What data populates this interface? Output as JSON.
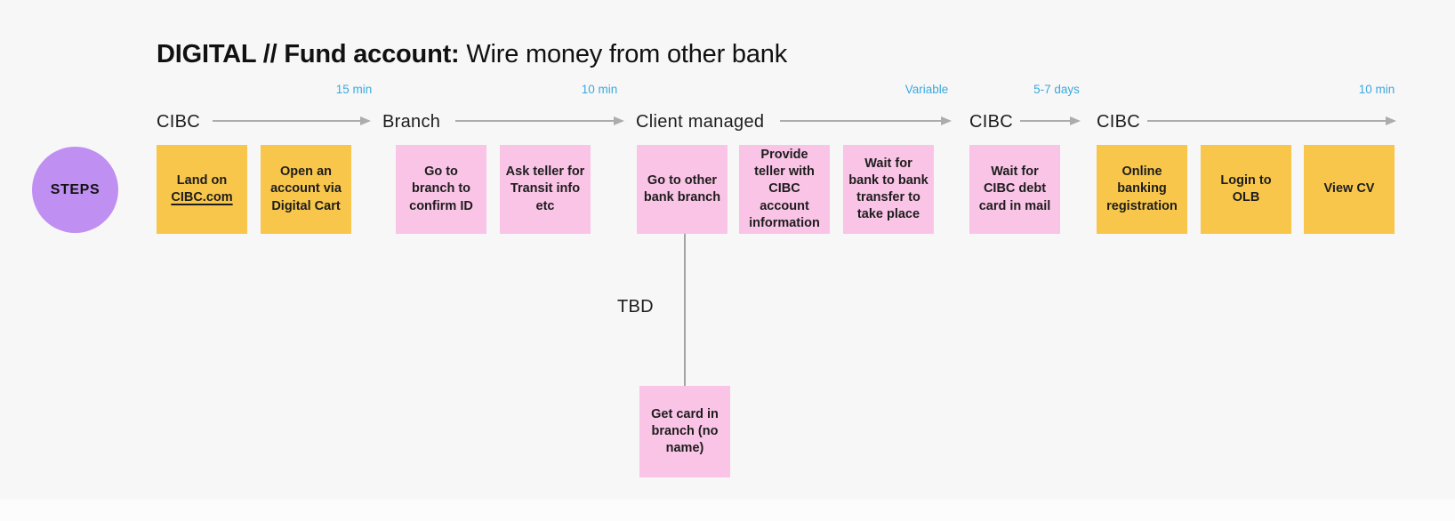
{
  "title": {
    "emphasis": "DIGITAL // Fund account:",
    "rest": "Wire money from other bank"
  },
  "steps_badge": "STEPS",
  "timeline": {
    "lanes": [
      {
        "label": "CIBC",
        "duration": "15 min"
      },
      {
        "label": "Branch",
        "duration": "10 min"
      },
      {
        "label": "Client managed",
        "duration": "Variable"
      },
      {
        "label": "CIBC",
        "duration": "5-7 days"
      },
      {
        "label": "CIBC",
        "duration": "10 min"
      }
    ]
  },
  "notes": [
    {
      "line1": "Land on",
      "link": "CIBC.com",
      "color": "yellow"
    },
    {
      "text": "Open an account via Digital Cart",
      "color": "yellow"
    },
    {
      "text": "Go to branch to confirm ID",
      "color": "pink"
    },
    {
      "text": "Ask teller for Transit info etc",
      "color": "pink"
    },
    {
      "text": "Go to other bank branch",
      "color": "pink"
    },
    {
      "text": "Provide teller with CIBC account information",
      "color": "pink"
    },
    {
      "text": "Wait for bank to bank transfer to take place",
      "color": "pink"
    },
    {
      "text": "Wait for CIBC debt card in mail",
      "color": "pink"
    },
    {
      "text": "Online banking registration",
      "color": "yellow"
    },
    {
      "text": "Login to OLB",
      "color": "yellow"
    },
    {
      "text": "View CV",
      "color": "yellow"
    }
  ],
  "offshoot": {
    "label": "TBD",
    "note_text": "Get card in branch (no name)"
  },
  "colors": {
    "bg": "#F7F7F8",
    "bottom_strip": "#FCFCFD",
    "yellow": "#F8C64B",
    "pink": "#FAC4E6",
    "purple": "#C08FF2",
    "arrow": "#ACACAC",
    "connector": "#A3A3A3",
    "duration": "#3BA9DE",
    "ink": "#1D1D1D"
  }
}
